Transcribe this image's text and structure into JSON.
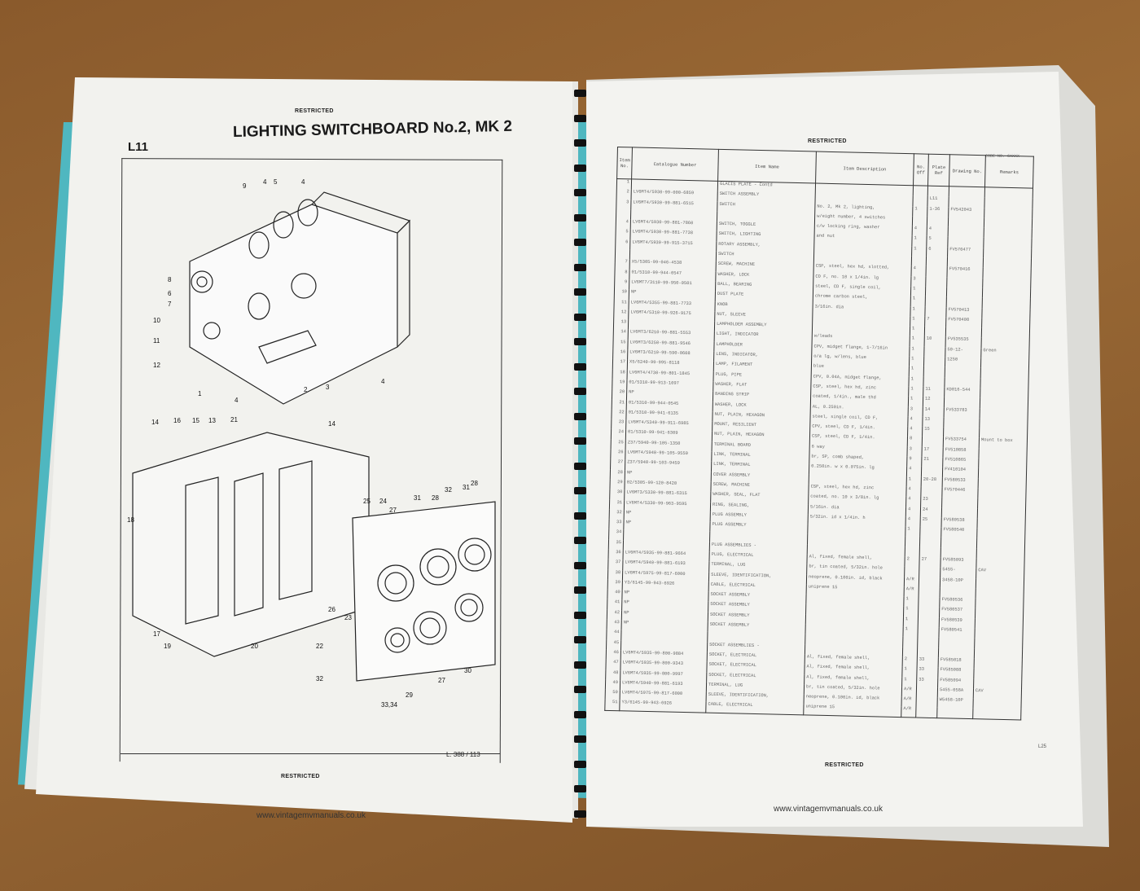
{
  "left_page": {
    "header": "RESTRICTED",
    "code": "L11",
    "title": "LIGHTING SWITCHBOARD No.2, MK 2",
    "figure_ref": "L. 388 / 113",
    "footer": "RESTRICTED",
    "url": "www.vintagemvmanuals.co.uk",
    "callouts_top": [
      "9",
      "4",
      "5",
      "4",
      "8",
      "6",
      "7",
      "10",
      "11",
      "12",
      "1",
      "4",
      "2",
      "3",
      "4"
    ],
    "callouts_bottom": [
      "14",
      "16",
      "15",
      "13",
      "21",
      "14",
      "18",
      "25",
      "24",
      "27",
      "31",
      "28",
      "32",
      "31",
      "28",
      "17",
      "19",
      "20",
      "26",
      "23",
      "22",
      "32",
      "33,34",
      "29",
      "27",
      "30"
    ]
  },
  "right_page": {
    "header": "RESTRICTED",
    "code_ref": "CODE NO. 6XXXX",
    "footer": "RESTRICTED",
    "url": "www.vintagemvmanuals.co.uk",
    "page_no": "L25",
    "columns": [
      "Item No.",
      "Catalogue Number",
      "Item Name",
      "Item Description",
      "No. Off",
      "Plate Ref",
      "Drawing No.",
      "Remarks"
    ],
    "rows": [
      [
        "1",
        "",
        "GLACIS PLATE - Contd",
        "",
        "",
        "",
        "",
        ""
      ],
      [
        "2",
        "LV6MT4/5930-99-000-6859",
        "SWITCH ASSEMBLY",
        "",
        "",
        "L11",
        "",
        ""
      ],
      [
        "3",
        "LV6MT4/5930-99-881-6515",
        "SWITCH",
        "No. 2, Mk 2, lighting,",
        "1",
        "1-36",
        "FV542043",
        ""
      ],
      [
        "",
        "",
        "",
        "w/eight number, 4 switches",
        "",
        "",
        "",
        ""
      ],
      [
        "4",
        "LV6MT4/5930-99-881-7860",
        "SWITCH, TOGGLE",
        "c/w locking ring, washer",
        "4",
        "4",
        "",
        ""
      ],
      [
        "5",
        "LV6MT4/5930-99-881-7738",
        "SWITCH, LIGHTING",
        "and nut",
        "1",
        "5",
        "",
        ""
      ],
      [
        "6",
        "LV6MT4/5930-99-915-3715",
        "ROTARY ASSEMBLY,",
        "",
        "1",
        "6",
        "FV570477",
        ""
      ],
      [
        "",
        "",
        "SWITCH",
        "",
        "",
        "",
        "",
        ""
      ],
      [
        "7",
        "X5/5305-99-046-4538",
        "SCREW, MACHINE",
        "CSP, steel, hex hd, slotted,",
        "4",
        "",
        "FV570416",
        ""
      ],
      [
        "8",
        "01/5310-99-944-0547",
        "WASHER, LOCK",
        "CD F, no. 10 x 1/4in. lg",
        "3",
        "",
        "",
        ""
      ],
      [
        "9",
        "LV6MT7/3110-99-950-0501",
        "BALL, BEARING",
        "steel, CD F, single coil,",
        "1",
        "",
        "",
        ""
      ],
      [
        "10",
        "NP",
        "DUST PLATE",
        "chrome carbon steel,",
        "1",
        "",
        "",
        ""
      ],
      [
        "11",
        "LV6MT4/5355-99-881-7733",
        "KNOB",
        "3/16in. dia",
        "1",
        "",
        "FV570413",
        ""
      ],
      [
        "12",
        "LV6MT4/5310-99-926-9175",
        "NUT, SLEEVE",
        "",
        "1",
        "7",
        "FV570408",
        ""
      ],
      [
        "13",
        "",
        "LAMPHOLDER ASSEMBLY",
        "",
        "1",
        "",
        "",
        ""
      ],
      [
        "14",
        "LV6MT3/6210-99-881-5553",
        "LIGHT, INDICATOR",
        "w/leads",
        "1",
        "10",
        "FV535535",
        ""
      ],
      [
        "15",
        "LV6MT3/6250-99-881-9546",
        "LAMPHOLDER",
        "CPV, midget flange, 1-7/16in",
        "1",
        "",
        "50-12-",
        "Green"
      ],
      [
        "16",
        "LV6MT3/6210-99-590-0608",
        "LENS, INDICATOR,",
        "o/a lg, w/lens, blue",
        "1",
        "",
        "1250",
        ""
      ],
      [
        "17",
        "X5/6240-99-995-8118",
        "LAMP, FILAMENT",
        "blue",
        "1",
        "",
        "",
        ""
      ],
      [
        "18",
        "LV6MT4/4730-99-801-1845",
        "PLUG, PIPE",
        "CPV, 0.04A, midget flange,",
        "1",
        "",
        "",
        ""
      ],
      [
        "19",
        "01/5310-99-913-1097",
        "WASHER, FLAT",
        "CSP, steel, hex hd, zinc",
        "1",
        "11",
        "KD016-544",
        ""
      ],
      [
        "20",
        "NP",
        "BANDING STRIP",
        "coated, 1/4in., male thd",
        "1",
        "12",
        "",
        ""
      ],
      [
        "21",
        "01/5310-99-944-0545",
        "WASHER, LOCK",
        "AL, 0.250in.",
        "3",
        "14",
        "FV533783",
        ""
      ],
      [
        "22",
        "01/5310-99-941-6135",
        "NUT, PLAIN, HEXAGON",
        "steel, single coil, CD F,",
        "4",
        "13",
        "",
        ""
      ],
      [
        "23",
        "LV6MT4/5340-99-911-6985",
        "MOUNT, RESILIENT",
        "CPV, steel, CD F, 1/4in.",
        "4",
        "15",
        "",
        ""
      ],
      [
        "24",
        "01/5310-99-941-6309",
        "NUT, PLAIN, HEXAGON",
        "CSP, steel, CD F, 1/4in.",
        "8",
        "",
        "FV533754",
        "Mount to box"
      ],
      [
        "25",
        "Z37/5940-99-105-1350",
        "TERMINAL BOARD",
        "6 way",
        "3",
        "17",
        "FV510858",
        ""
      ],
      [
        "26",
        "LV6MT4/5940-99-105-9550",
        "LINK, TERMINAL",
        "br, SP, comb shaped,",
        "9",
        "21",
        "FV510865",
        ""
      ],
      [
        "27",
        "Z37/5940-99-103-9459",
        "LINK, TERMINAL",
        "0.250in. w x 0.075in. lg",
        "4",
        "",
        "FV410104",
        ""
      ],
      [
        "28",
        "NP",
        "COVER ASSEMBLY",
        "",
        "1",
        "20-28",
        "FV580533",
        ""
      ],
      [
        "29",
        "02/5305-99-120-8420",
        "SCREW, MACHINE",
        "CSP, steel, hex hd, zinc",
        "4",
        "",
        "FV570446",
        ""
      ],
      [
        "30",
        "LV6MT3/5330-99-881-6315",
        "WASHER, SEAL, FLAT",
        "coated, no. 10 x 3/8in. lg",
        "4",
        "23",
        "",
        ""
      ],
      [
        "31",
        "LV6MT4/5330-99-963-9595",
        "RING, SEALING,",
        "5/16in. dia",
        "4",
        "24",
        "",
        ""
      ],
      [
        "32",
        "NP",
        "PLUG ASSEMBLY",
        "5/32in. id x 1/4in. h",
        "4",
        "25",
        "FV580538",
        ""
      ],
      [
        "33",
        "NP",
        "PLUG ASSEMBLY",
        "",
        "1",
        "",
        "FV580540",
        ""
      ],
      [
        "34",
        "",
        "",
        "",
        "",
        "",
        "",
        ""
      ],
      [
        "35",
        "",
        "PLUG ASSEMBLIES -",
        "",
        "",
        "",
        "",
        ""
      ],
      [
        "36",
        "LV6MT4/5935-99-881-9664",
        "PLUG, ELECTRICAL",
        "Al, fixed, female shell,",
        "2",
        "27",
        "FV585093",
        ""
      ],
      [
        "37",
        "LV6MT4/5940-99-881-6193",
        "TERMINAL, LUG",
        "br, tin coated, 5/32in. hole",
        "",
        "",
        "5455-",
        "CAV"
      ],
      [
        "38",
        "LV6MT4/5975-99-817-6000",
        "SLEEVE, IDENTIFICATION,",
        "neoprene, 0.100in. id, black",
        "A/R",
        "",
        "3458-10P",
        ""
      ],
      [
        "39",
        "Y3/6145-99-943-6926",
        "CABLE, ELECTRICAL",
        "uniprene 15",
        "A/R",
        "",
        "",
        ""
      ],
      [
        "40",
        "NP",
        "SOCKET ASSEMBLY",
        "",
        "1",
        "",
        "FV580536",
        ""
      ],
      [
        "41",
        "NP",
        "SOCKET ASSEMBLY",
        "",
        "1",
        "",
        "FV580537",
        ""
      ],
      [
        "42",
        "NP",
        "SOCKET ASSEMBLY",
        "",
        "1",
        "",
        "FV580539",
        ""
      ],
      [
        "43",
        "NP",
        "SOCKET ASSEMBLY",
        "",
        "1",
        "",
        "FV580541",
        ""
      ],
      [
        "44",
        "",
        "",
        "",
        "",
        "",
        "",
        ""
      ],
      [
        "45",
        "",
        "SOCKET ASSEMBLIES -",
        "",
        "",
        "",
        "",
        ""
      ],
      [
        "46",
        "LV6MT4/5935-99-800-9884",
        "SOCKET, ELECTRICAL",
        "Al, fixed, female shell,",
        "2",
        "33",
        "FV585018",
        ""
      ],
      [
        "47",
        "LV6MT4/5935-99-800-9343",
        "SOCKET, ELECTRICAL",
        "Al, fixed, female shell,",
        "1",
        "33",
        "FV585088",
        ""
      ],
      [
        "48",
        "LV6MT4/5935-99-800-9997",
        "SOCKET, ELECTRICAL",
        "Al, fixed, female shell,",
        "1",
        "33",
        "FV585094",
        ""
      ],
      [
        "49",
        "LV6MT4/5940-99-881-6193",
        "TERMINAL, LUG",
        "br, tin coated, 5/32in. hole",
        "A/R",
        "",
        "5455-058A",
        "CAV"
      ],
      [
        "50",
        "LV6MT4/5975-99-817-6000",
        "SLEEVE, IDENTIFICATION,",
        "neoprene, 0.100in. id, black",
        "A/R",
        "",
        "W5458-10P",
        ""
      ],
      [
        "51",
        "Y3/6145-99-943-6926",
        "CABLE, ELECTRICAL",
        "uniprene 15",
        "A/R",
        "",
        "",
        ""
      ]
    ]
  }
}
